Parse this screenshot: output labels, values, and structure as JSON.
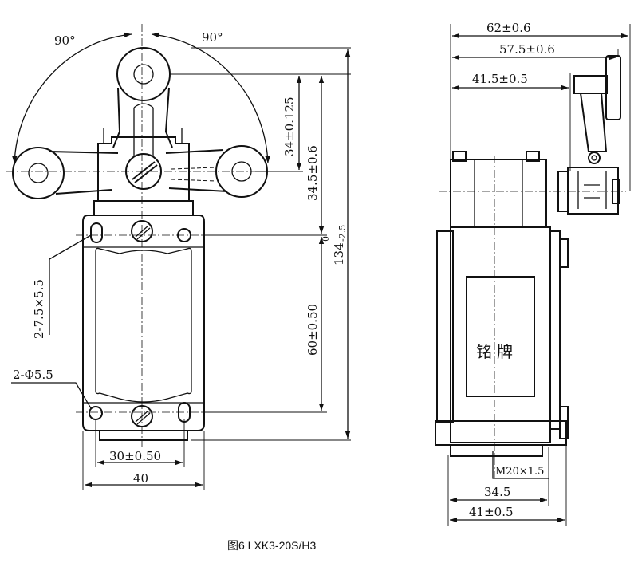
{
  "caption": "图6  LXK3-20S/H3",
  "front_view": {
    "angle_left": "90°",
    "angle_right": "90°",
    "dim_roller_arm": "34±0.125",
    "dim_pivot_to_mount": "34.5±0.6",
    "dim_total_height_main": "134",
    "dim_total_height_tol_upper": "0",
    "dim_total_height_tol_lower": "-2.5",
    "dim_mount_holes_vertical": "60±0.50",
    "label_slot_holes": "2-7.5×5.5",
    "label_round_holes": "2-Φ5.5",
    "dim_mount_holes_horizontal": "30±0.50",
    "dim_body_width": "40"
  },
  "side_view": {
    "dim_overall_width": "62±0.6",
    "dim_to_roller": "57.5±0.6",
    "dim_to_pivot": "41.5±0.5",
    "nameplate": "铭牌",
    "thread": "M20×1.5",
    "dim_body_depth": "34.5",
    "dim_depth_with_flange": "41±0.5"
  }
}
